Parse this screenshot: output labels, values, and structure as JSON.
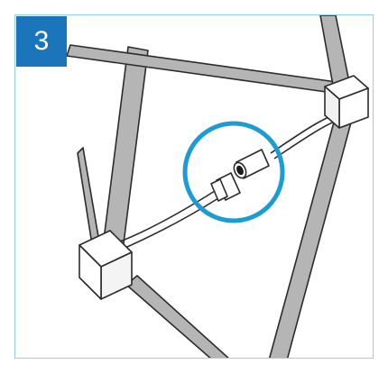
{
  "step": {
    "number": "3"
  },
  "colors": {
    "frame_border": "#8fd3ea",
    "badge_bg": "#1b75bb",
    "badge_text": "#ffffff",
    "bar_fill": "#b5b5b5",
    "outline": "#2b2b2b",
    "highlight_ring": "#1d9bd7",
    "connector_fill": "#ffffff"
  },
  "icons": [
    "magnifier-ring",
    "cable-connector-plug",
    "cable-connector-socket",
    "corner-cube"
  ]
}
